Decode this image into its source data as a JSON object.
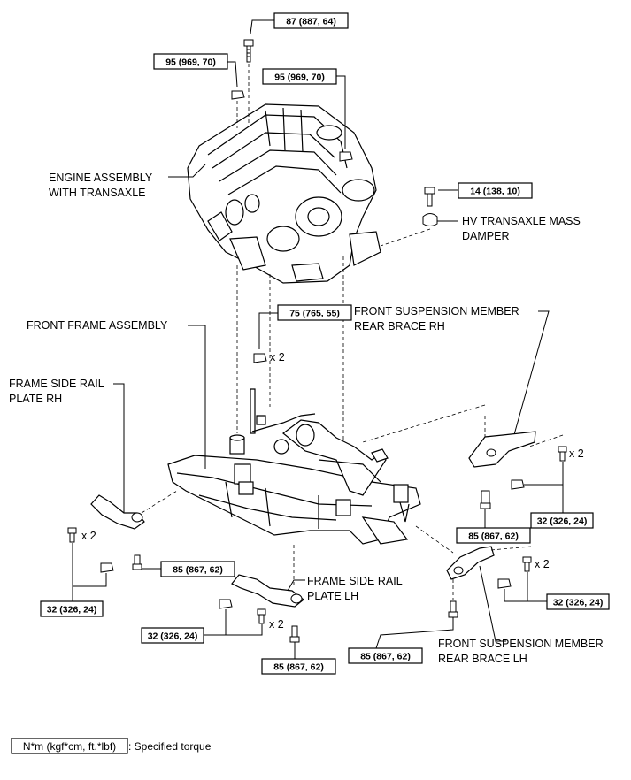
{
  "labels": {
    "engine": [
      "ENGINE ASSEMBLY",
      "WITH TRANSAXLE"
    ],
    "hv_damper": [
      "HV TRANSAXLE MASS",
      "DAMPER"
    ],
    "front_frame": "FRONT FRAME ASSEMBLY",
    "fsm_rear_brace_rh": [
      "FRONT SUSPENSION MEMBER",
      "REAR BRACE RH"
    ],
    "frame_rail_rh": [
      "FRAME SIDE RAIL",
      "PLATE RH"
    ],
    "frame_rail_lh": [
      "FRAME SIDE RAIL",
      "PLATE LH"
    ],
    "fsm_rear_brace_lh": [
      "FRONT SUSPENSION MEMBER",
      "REAR BRACE LH"
    ]
  },
  "torques": {
    "top_bolt": "87 (887, 64)",
    "left_nut": "95 (969, 70)",
    "right_nut": "95 (969, 70)",
    "damper_bolt": "14 (138, 10)",
    "stabilizer_bolt": "75 (765, 55)",
    "brace_rh_bolt": "85 (867, 62)",
    "brace_rh_side": "32 (326, 24)",
    "rail_rh_bolt": "85 (867, 62)",
    "rail_rh_side": "32 (326, 24)",
    "brace_lh_side": "32 (326, 24)",
    "rail_lh_side": "32 (326, 24)",
    "rail_lh_bolt": "85 (867, 62)",
    "brace_lh_bolt": "85 (867, 62)"
  },
  "multipliers": {
    "stabilizer": "x 2",
    "rail_rh": "x 2",
    "brace_rh": "x 2",
    "brace_lh": "x 2",
    "rail_lh": "x 2"
  },
  "legend": {
    "unit": "N*m (kgf*cm, ft.*lbf)",
    "text": ": Specified torque"
  }
}
